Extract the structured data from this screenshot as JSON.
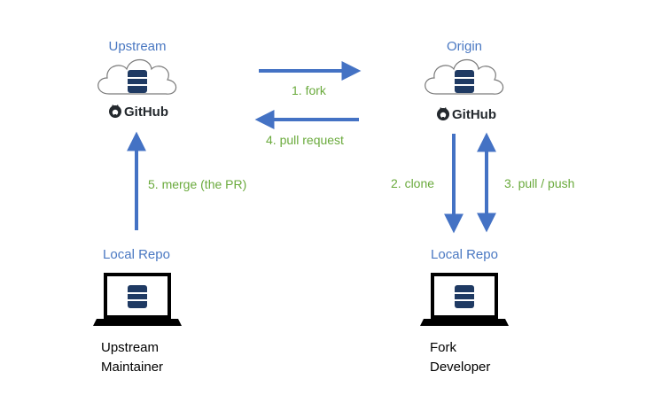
{
  "nodes": {
    "upstream": {
      "title": "Upstream",
      "brand": "GitHub"
    },
    "origin": {
      "title": "Origin",
      "brand": "GitHub"
    },
    "local_maintainer": {
      "title": "Local Repo",
      "role_line1": "Upstream",
      "role_line2": "Maintainer"
    },
    "local_developer": {
      "title": "Local Repo",
      "role_line1": "Fork",
      "role_line2": "Developer"
    }
  },
  "edges": {
    "fork": "1. fork",
    "clone": "2. clone",
    "pull_push": "3.  pull / push",
    "pull_request": "4. pull request",
    "merge": "5. merge (the PR)"
  },
  "colors": {
    "title_blue": "#4a78c2",
    "arrow_blue": "#4472c4",
    "label_green": "#6aaa3c",
    "cloud_fill": "#ffffff",
    "database_navy": "#1f3a63"
  },
  "icons": [
    "cloud-icon",
    "database-icon",
    "github-octocat-icon",
    "laptop-icon"
  ]
}
